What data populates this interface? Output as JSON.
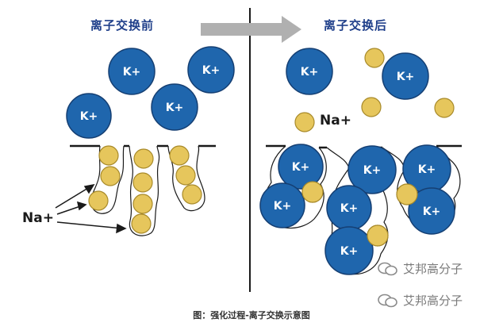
{
  "titles": {
    "before": "离子交换前",
    "after": "离子交换后"
  },
  "ion_labels": {
    "k": "K+",
    "na": "Na+"
  },
  "watermark": "艾邦高分子",
  "caption": "图：强化过程-离子交换示意图",
  "colors": {
    "k_fill": "#1f66ad",
    "k_stroke": "#153f73",
    "na_fill": "#e6c65c",
    "na_stroke": "#a88a2a",
    "title_blue": "#1f3f8a",
    "arrow_gray": "#b0b0b0",
    "caption_text": "#333333"
  }
}
